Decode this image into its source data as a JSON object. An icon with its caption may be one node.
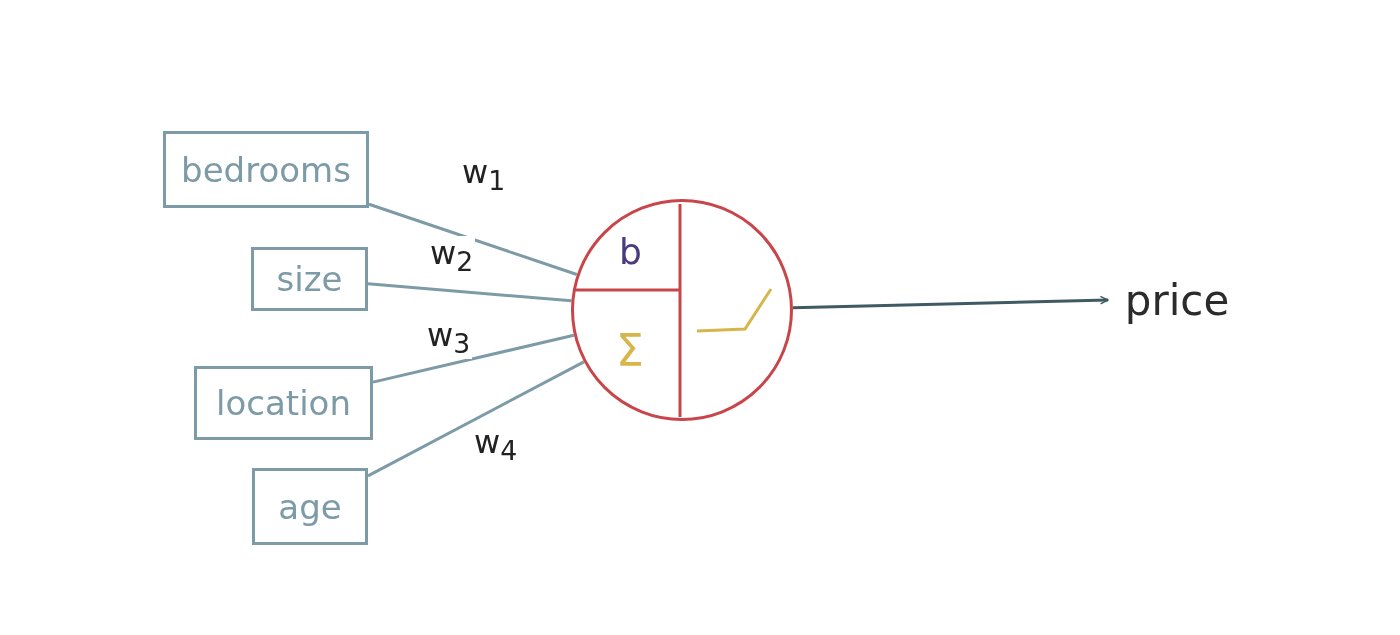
{
  "diagram": {
    "nodes": [
      {
        "text": [
          "bedrooms"
        ]
      },
      {
        "text": [
          "size"
        ]
      },
      {
        "text": [
          "location"
        ]
      },
      {
        "text": [
          "age"
        ]
      },
      {
        "text": [
          "b",
          "Σ"
        ]
      },
      {
        "text": [
          "price"
        ]
      }
    ],
    "edges": [
      {
        "from": 0,
        "to": 4,
        "arrow": "none",
        "label": "w$_{1}$"
      },
      {
        "from": 1,
        "to": 4,
        "arrow": "none",
        "label": "w$_{2}$"
      },
      {
        "from": 2,
        "to": 4,
        "arrow": "none",
        "label": "w$_{3}$"
      },
      {
        "from": 3,
        "to": 4,
        "arrow": "none",
        "label": "w$_{4}$"
      },
      {
        "from": 4,
        "to": 5,
        "arrow": "to",
        "color": "#3f5a62"
      }
    ]
  }
}
